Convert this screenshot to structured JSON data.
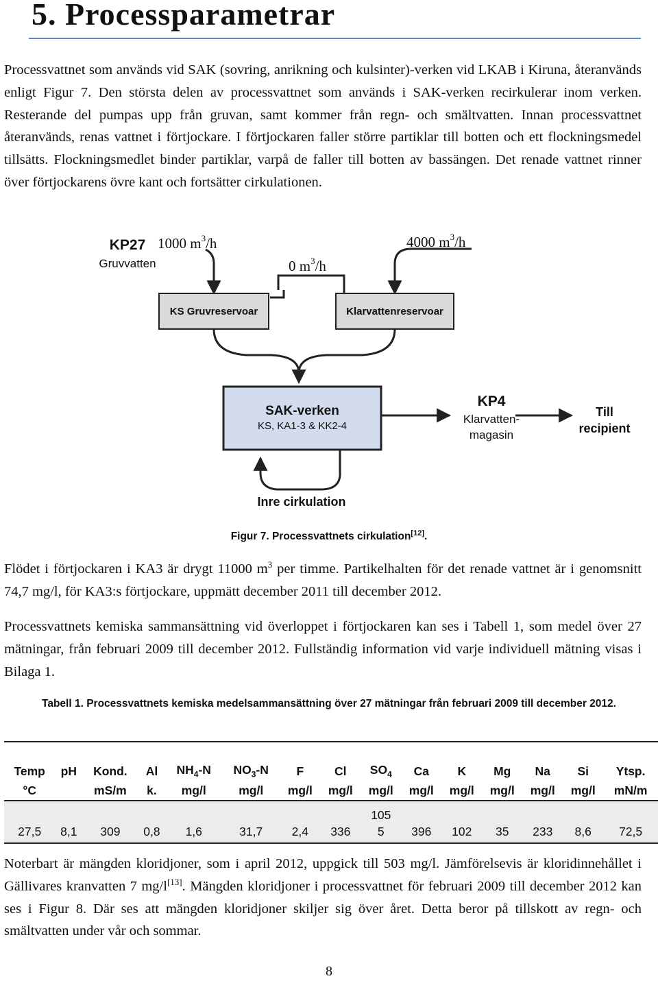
{
  "heading": "5.  Processparametrar",
  "para1": "Processvattnet som används vid SAK (sovring, anrikning och kulsinter)-verken vid LKAB i Kiruna, återanvänds enligt Figur 7. Den största delen av processvattnet som används i SAK-verken recirkulerar inom verken. Resterande del pumpas upp från gruvan, samt kommer från regn- och smältvatten. Innan processvattnet återanvänds, renas vattnet i förtjockare. I förtjockaren faller större partiklar till botten och ett flockningsmedel tillsätts. Flockningsmedlet binder partiklar, varpå de faller till botten av bassängen. Det renade vattnet rinner över förtjockarens övre kant och fortsätter cirkulationen.",
  "diagram": {
    "kp27_label": "KP27",
    "kp27_sub": "Gruvvatten",
    "flow_gruv": "1000 m",
    "flow_mid": "0 m",
    "flow_klar": "4000 m",
    "flow_exp": "3",
    "flow_unit": "/h",
    "box_gruvres": "KS Gruvreservoar",
    "box_klarres": "Klarvattenreservoar",
    "sak_title": "SAK-verken",
    "sak_sub": "KS, KA1-3 & KK2-4",
    "kp4_label": "KP4",
    "kp4_line1": "Klarvatten-",
    "kp4_line2": "magasin",
    "till_line1": "Till",
    "till_line2": "recipient",
    "inre": "Inre cirkulation",
    "colors": {
      "box_fill": "#d9d9d9",
      "sak_fill": "#d3dcec",
      "stroke": "#222222"
    }
  },
  "figure_caption": {
    "text": "Figur 7. Processvattnets cirkulation",
    "ref": "[12]",
    "end": "."
  },
  "para2": {
    "before": "Flödet i förtjockaren i KA3 är drygt 11000 m",
    "exp": "3",
    "after": " per timme. Partikelhalten för det renade vattnet är i genomsnitt 74,7 mg/l, för KA3:s förtjockare, uppmätt december 2011 till december 2012."
  },
  "para3": "Processvattnets kemiska sammansättning vid överloppet i förtjockaren kan ses i Tabell 1, som medel över 27 mätningar, från februari 2009 till december 2012. Fullständig information vid varje individuell mätning visas i Bilaga 1.",
  "table_title": "Tabell 1. Processvattnets kemiska medelsammansättning över 27 mätningar från februari 2009 till december 2012.",
  "table": {
    "headers": [
      {
        "name": "Temp",
        "unit": "°C"
      },
      {
        "name": "pH",
        "unit": ""
      },
      {
        "name": "Kond.",
        "unit": "mS/m"
      },
      {
        "name": "Al",
        "unit": "k."
      },
      {
        "name": "NH",
        "sub": "4",
        "suffix": "-N",
        "unit": "mg/l"
      },
      {
        "name": "NO",
        "sub": "3",
        "suffix": "-N",
        "unit": "mg/l"
      },
      {
        "name": "F",
        "unit": "mg/l"
      },
      {
        "name": "Cl",
        "unit": "mg/l"
      },
      {
        "name": "SO",
        "sub": "4",
        "suffix": "",
        "unit": "mg/l"
      },
      {
        "name": "Ca",
        "unit": "mg/l"
      },
      {
        "name": "K",
        "unit": "mg/l"
      },
      {
        "name": "Mg",
        "unit": "mg/l"
      },
      {
        "name": "Na",
        "unit": "mg/l"
      },
      {
        "name": "Si",
        "unit": "mg/l"
      },
      {
        "name": "Ytsp.",
        "unit": "mN/m"
      }
    ],
    "row": [
      "27,5",
      "8,1",
      "309",
      "0,8",
      "1,6",
      "31,7",
      "2,4",
      "336",
      "105",
      "396",
      "102",
      "35",
      "233",
      "8,6",
      "72,5"
    ],
    "row_so4_second_line": "5"
  },
  "para4": {
    "before": "Noterbart är mängden kloridjoner, som i april 2012, uppgick till 503 mg/l. Jämförelsevis är kloridinnehållet i Gällivares kranvatten 7 mg/l",
    "ref": "[13]",
    "after": ". Mängden kloridjoner i processvattnet för februari 2009 till december 2012 kan ses i Figur 8. Där ses att mängden kloridjoner skiljer sig över året. Detta beror på tillskott av regn- och smältvatten under vår och sommar."
  },
  "page_number": "8"
}
